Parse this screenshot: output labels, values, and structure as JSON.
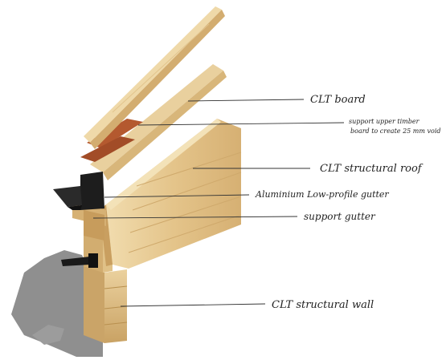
{
  "labels": {
    "clt_board": "CLT board",
    "support_timber_line1": "support upper timber",
    "support_timber_line2": "board to create 25 mm void",
    "clt_roof": "CLT structural roof",
    "gutter": "Aluminium Low-profile gutter",
    "support_gutter": "support gutter",
    "clt_wall": "CLT structural wall"
  },
  "colors": {
    "wood_light": "#e9cf9a",
    "wood_mid": "#d9b57a",
    "wood_dark": "#c49a5c",
    "timber_board": "#b4592f",
    "gutter_metal": "#1d1d1d",
    "shadow": "#8e8e8e"
  }
}
